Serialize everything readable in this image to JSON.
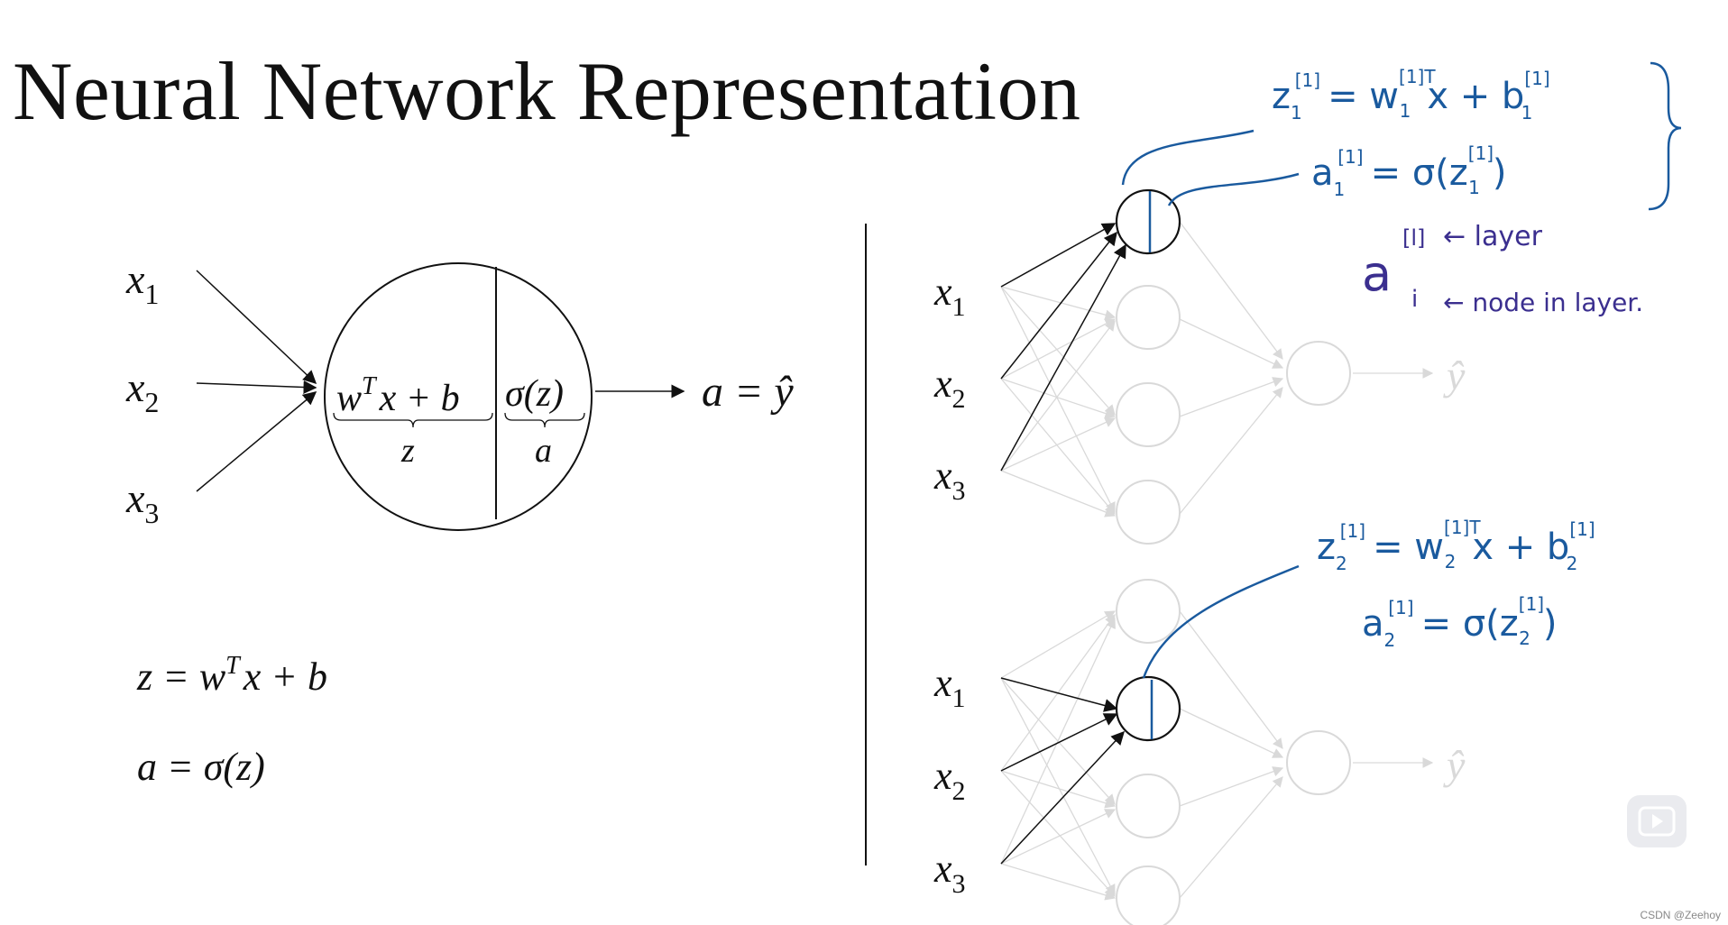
{
  "title": "Neural Network Representation",
  "left_diagram": {
    "inputs": [
      "x",
      "x",
      "x"
    ],
    "input_subscripts": [
      "1",
      "2",
      "3"
    ],
    "linear_part": "w",
    "linear_sup": "T",
    "linear_rest": "x + b",
    "linear_under": "z",
    "activation_part": "σ(z)",
    "activation_under": "a",
    "output": "a = ŷ"
  },
  "equations": {
    "eq1_lhs": "z = w",
    "eq1_sup": "T",
    "eq1_rest": "x + b",
    "eq2": "a = σ(z)"
  },
  "right_top": {
    "inputs": [
      "x",
      "x",
      "x"
    ],
    "input_subscripts": [
      "1",
      "2",
      "3"
    ],
    "output": "ŷ"
  },
  "right_bottom": {
    "inputs": [
      "x",
      "x",
      "x"
    ],
    "input_subscripts": [
      "1",
      "2",
      "3"
    ],
    "output": "ŷ"
  },
  "handwritten": {
    "z1_eq": "z",
    "z1_sub": "1",
    "z1_sup": "[1]",
    "z1_rhs": "= w",
    "z1_w_sup": "[1]T",
    "z1_w_sub": "1",
    "z1_tail": "x  + b",
    "z1_b_sup": "[1]",
    "z1_b_sub": "1",
    "a1_eq": "a",
    "a1_sub": "1",
    "a1_sup": "[1]",
    "a1_rhs": "= σ(z",
    "a1_z_sup": "[1]",
    "a1_z_sub": "1",
    "a1_close": ")",
    "ai_a": "a",
    "ai_sup": "[l]",
    "ai_sup_note": "← layer",
    "ai_sub": "i",
    "ai_sub_note": "← node in layer.",
    "z2_eq": "z",
    "z2_sub": "2",
    "z2_sup": "[1]",
    "z2_rhs": "= w",
    "z2_w_sup": "[1]T",
    "z2_w_sub": "2",
    "z2_tail": "x + b",
    "z2_b_sup": "[1]",
    "z2_b_sub": "2",
    "a2_eq": "a",
    "a2_sub": "2",
    "a2_sup": "[1]",
    "a2_rhs": "= σ(z",
    "a2_z_sup": "[1]",
    "a2_z_sub": "2",
    "a2_close": ")"
  },
  "watermark": "CSDN @Zeehoy",
  "colors": {
    "ink": "#111111",
    "faded": "#d9d9d9",
    "pen_blue": "#1a5a9e",
    "pen_purple": "#3b2f8f"
  }
}
